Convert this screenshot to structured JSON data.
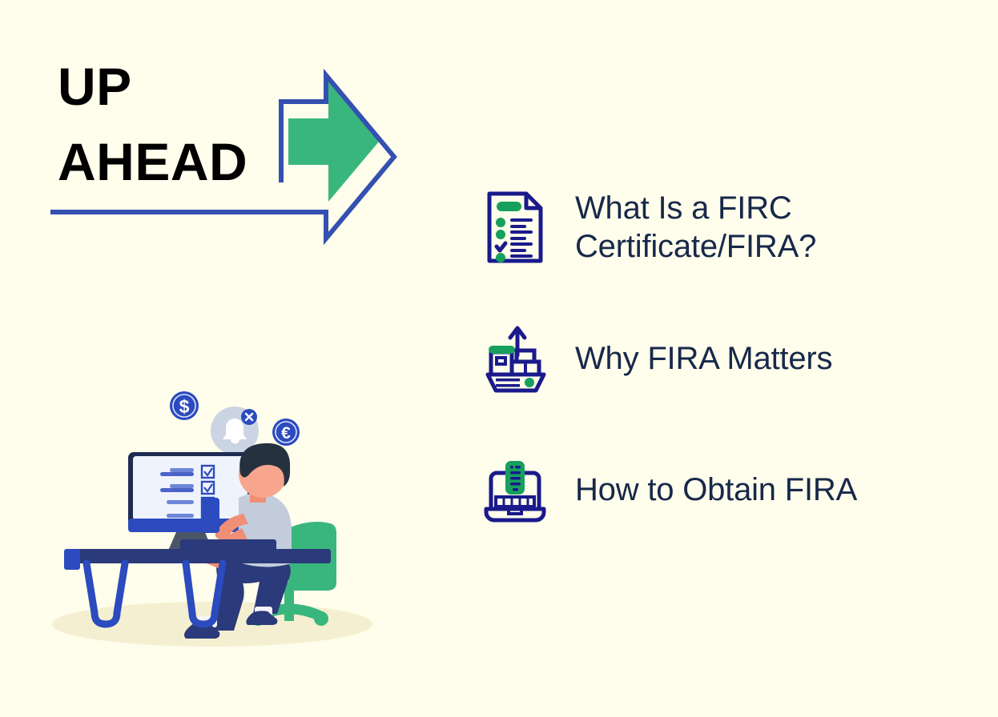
{
  "theme": {
    "background": "#FFFDEB",
    "blue": "#3450B0",
    "deep_blue": "#1A1A8C",
    "green": "#39B67D",
    "icon_green": "#16A05C",
    "navy_text": "#17284A",
    "black_text": "#000000",
    "shadow": "#F2EDCC"
  },
  "heading": {
    "line1": "UP",
    "line2": "AHEAD",
    "arrow_icon": "right-arrow-icon"
  },
  "agenda": {
    "items": [
      {
        "icon": "document-checklist-icon",
        "label": "What Is a FIRC Certificate/FIRA?"
      },
      {
        "icon": "cargo-ship-icon",
        "label": "Why FIRA Matters"
      },
      {
        "icon": "laptop-document-icon",
        "label": "How to Obtain FIRA"
      }
    ]
  },
  "illustration": {
    "name": "person-at-desk-illustration",
    "elements": {
      "dollar_coin": "$",
      "euro_coin": "€",
      "notification_bubble": "bell-muted-icon",
      "monitor": "desktop-monitor-icon",
      "chair": "office-chair-icon",
      "desk": "desk-icon",
      "person": "person-icon",
      "phone": "smartphone-icon"
    }
  }
}
